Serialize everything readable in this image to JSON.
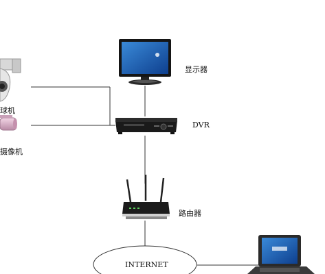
{
  "labels": {
    "monitor": "显示器",
    "dvr": "DVR",
    "router": "路由器",
    "internet": "INTERNET",
    "dome_camera_partial": "球机",
    "bullet_camera_partial": "摄像机"
  },
  "colors": {
    "line": "#333333",
    "device_dark": "#1a1a1a",
    "screen_blue": "#1f5fbf",
    "camera_pink": "#d9a7c2"
  },
  "icons": [
    "monitor-icon",
    "dvr-icon",
    "router-icon",
    "laptop-icon",
    "dome-camera-icon",
    "bullet-camera-icon"
  ]
}
